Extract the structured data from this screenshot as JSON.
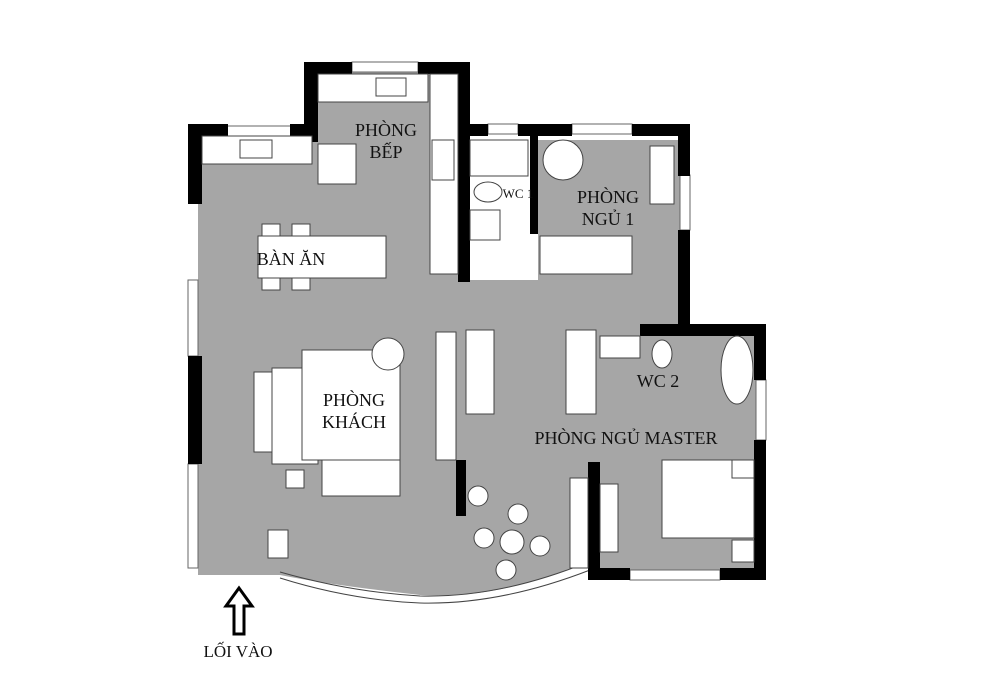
{
  "rooms": {
    "kitchen": [
      "PHÒNG",
      "BẾP"
    ],
    "dining": "BÀN ĂN",
    "wc1": "WC 1",
    "bedroom1": [
      "PHÒNG",
      "NGỦ 1"
    ],
    "living": [
      "PHÒNG",
      "KHÁCH"
    ],
    "wc2": "WC 2",
    "master": "PHÒNG NGỦ MASTER"
  },
  "entrance": {
    "label": "LỐI VÀO",
    "icon": "up-arrow-icon"
  },
  "colors": {
    "floor": "#a6a6a6",
    "wall": "#000000",
    "furniture": "#ffffff",
    "background": "#ffffff"
  }
}
